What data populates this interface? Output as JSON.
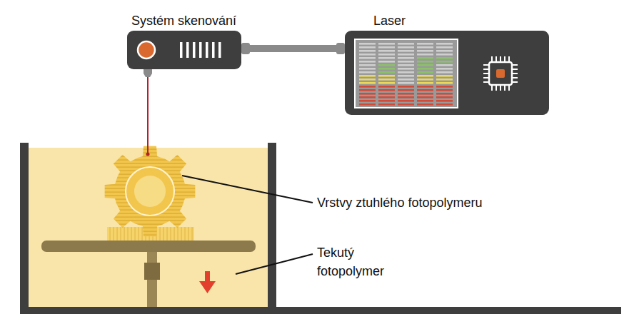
{
  "diagram": {
    "nodes": [
      {
        "text": [
          "Systém skenování"
        ]
      },
      {
        "text": [
          "Laser"
        ]
      }
    ],
    "edges": [
      {
        "from": 0,
        "to": 1,
        "arrow": "none"
      }
    ],
    "labels": [
      "Vrstvy ztuhlého fotopolymeru",
      "Tekutý fotopolymer"
    ]
  }
}
